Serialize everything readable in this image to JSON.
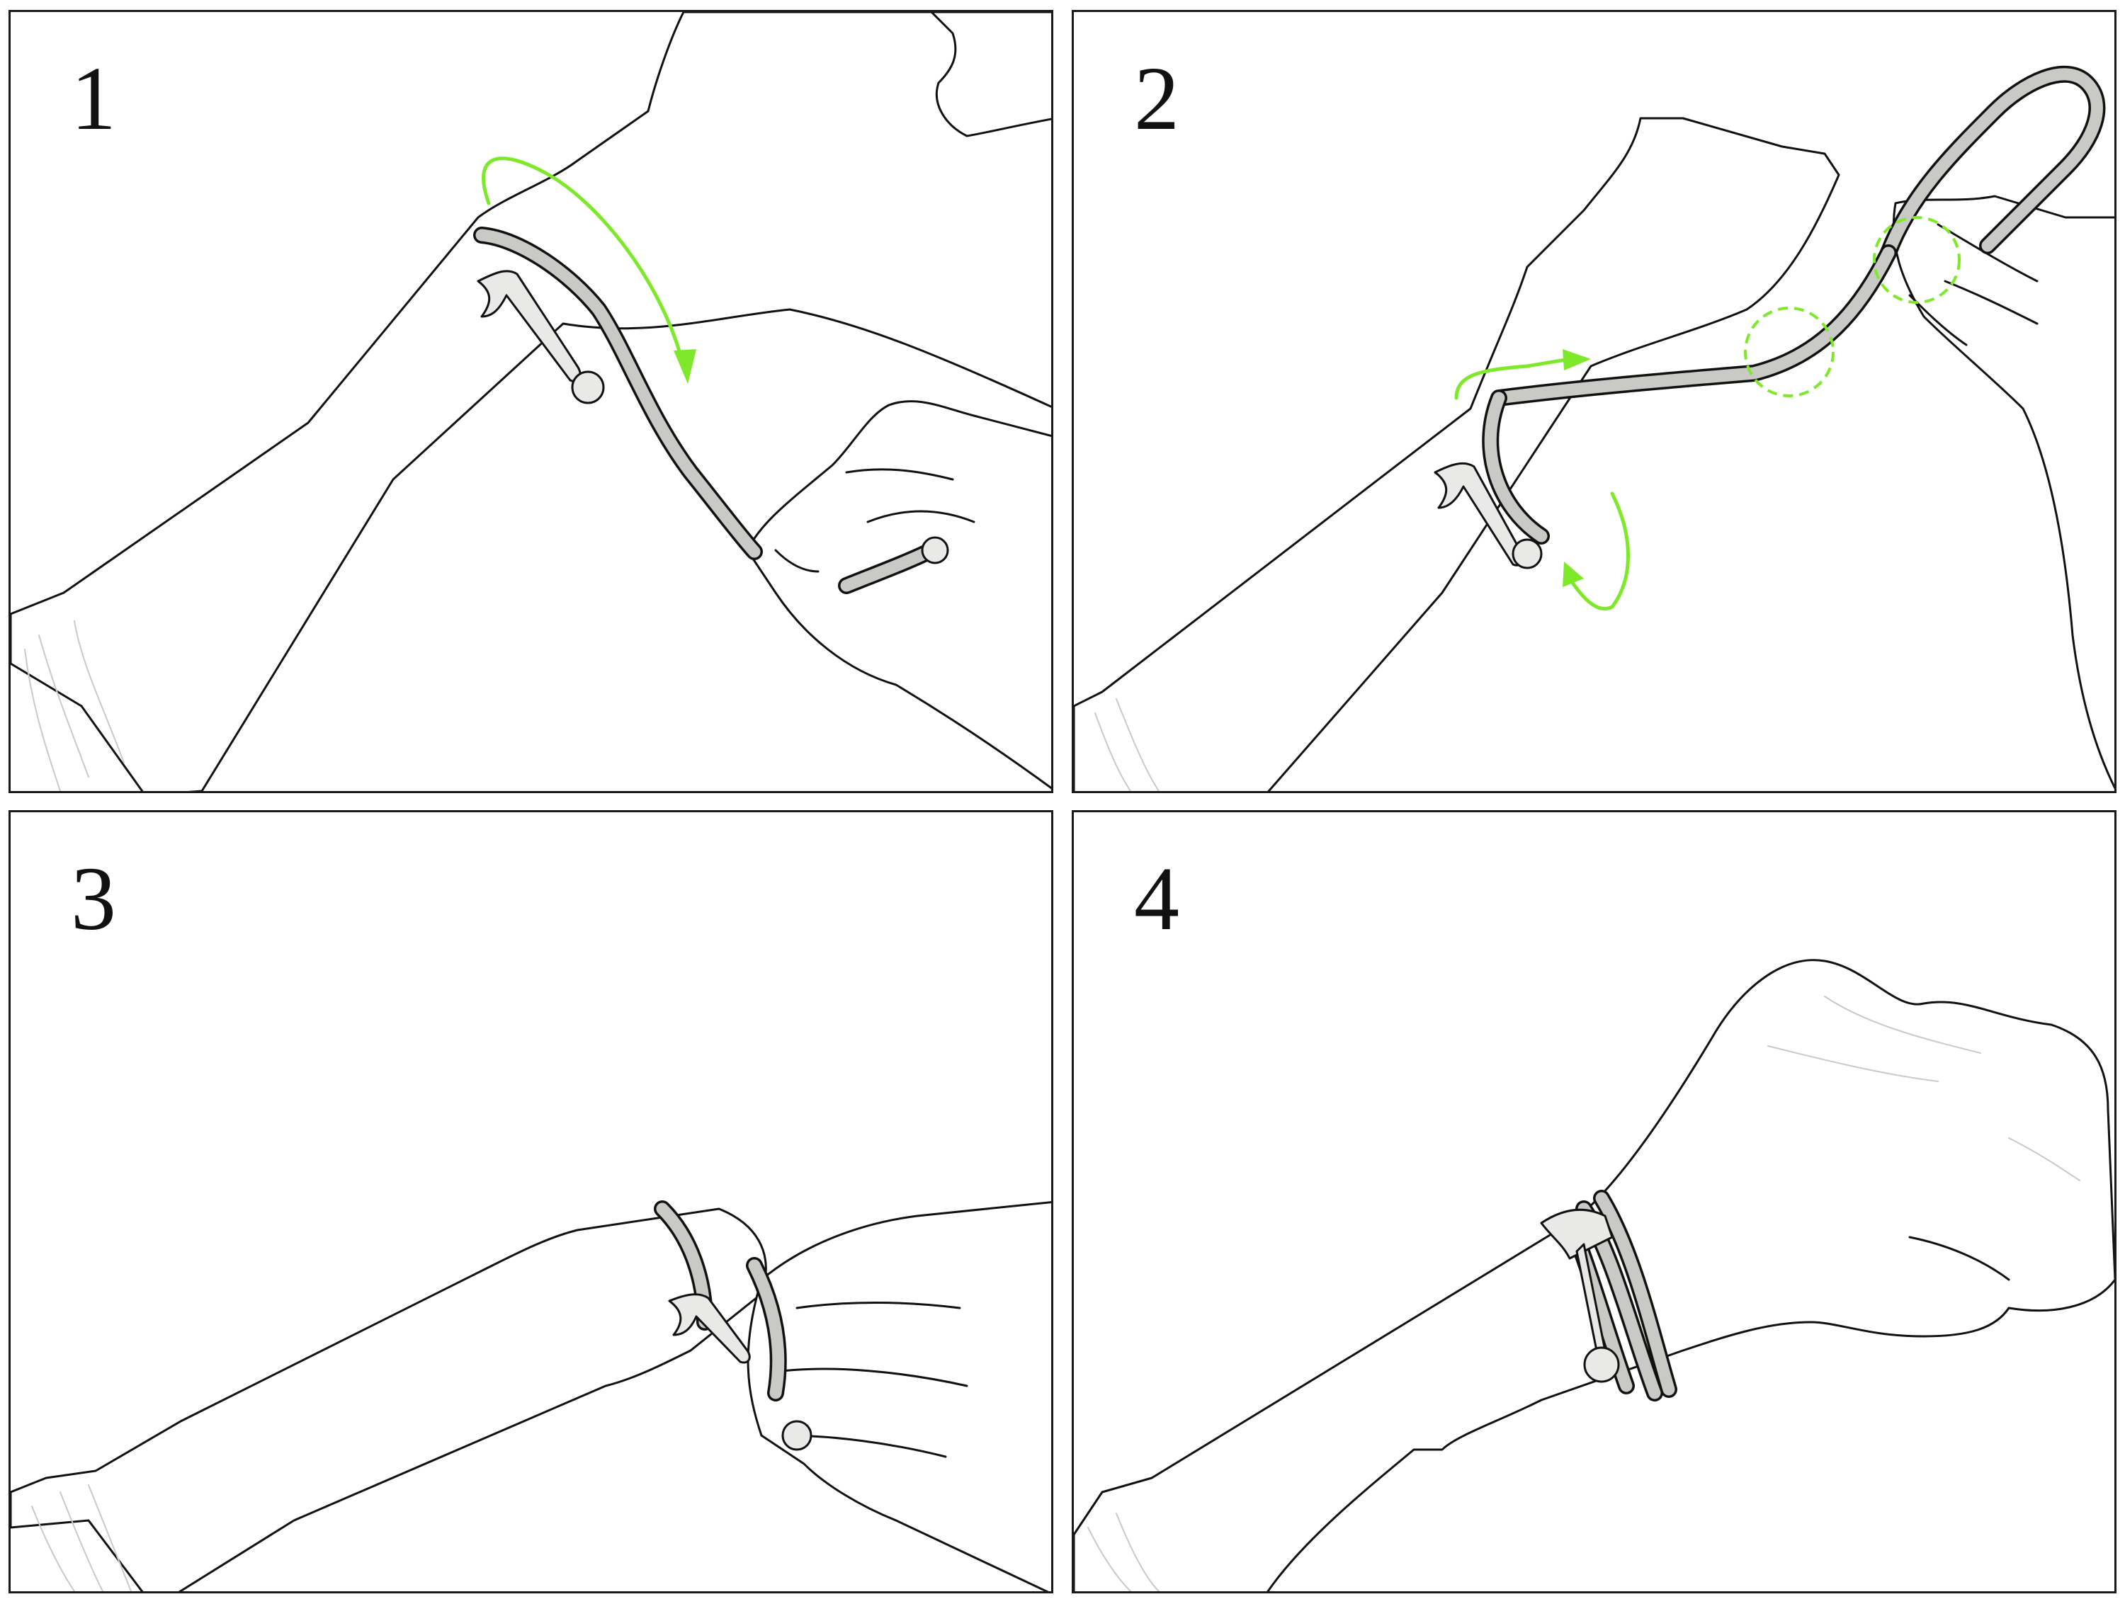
{
  "steps": [
    {
      "number": "1"
    },
    {
      "number": "2"
    },
    {
      "number": "3"
    },
    {
      "number": "4"
    }
  ],
  "colors": {
    "background": "#ffffff",
    "outline": "#111111",
    "cord": "#c9c9c6",
    "guide_arrow": "#7ee82a"
  },
  "icons": [
    "anchor-clasp-icon",
    "wrap-direction-arrow-icon",
    "tuck-highlight-circle-icon"
  ]
}
